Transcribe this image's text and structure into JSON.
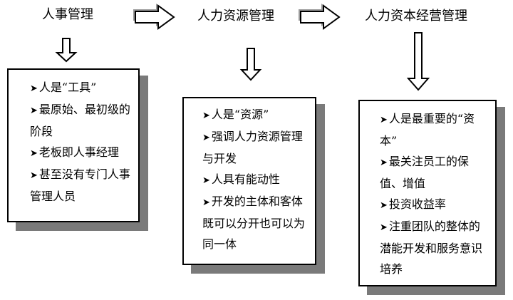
{
  "stages": [
    {
      "title": "人事管理",
      "items": [
        {
          "text": "人是“工具”"
        },
        {
          "text": "最原始、最初级的阶段"
        },
        {
          "text": "老板即人事经理"
        },
        {
          "text": "甚至没有专门人事管理人员"
        }
      ]
    },
    {
      "title": "人力资源管理",
      "items": [
        {
          "text": "人是“资源”"
        },
        {
          "text": "强调人力资源管理与开发"
        },
        {
          "text": "人具有能动性"
        },
        {
          "text": "开发的主体和客体既可以分开也可以为同一体"
        }
      ]
    },
    {
      "title": "人力资本经营管理",
      "items": [
        {
          "text": "人是最重要的“资本”"
        },
        {
          "text": "最关注员工的保值、增值"
        },
        {
          "text": "投资收益率"
        },
        {
          "text": "注重团队的整体的潜能开发和服务意识培养"
        }
      ]
    }
  ],
  "bullet_glyph": "➤",
  "colors": {
    "shadow": "#7a7a7a",
    "border": "#000000",
    "background": "#ffffff"
  },
  "icons": {
    "flow": "right-arrow-icon",
    "down": "down-arrow-icon"
  }
}
